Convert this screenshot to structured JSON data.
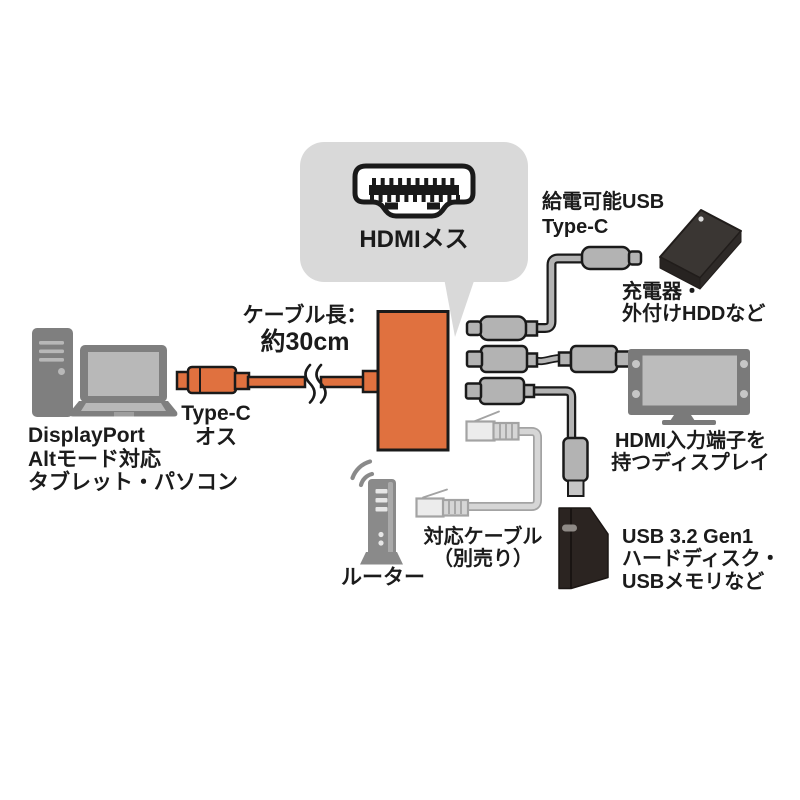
{
  "figure": {
    "type": "product-connection-diagram",
    "background": "#ffffff"
  },
  "colors": {
    "orange": "#e0713f",
    "outline": "#1a1a1a",
    "text": "#1b1b1b",
    "device_gray": "#7f7f7f",
    "device_light": "#b8b8b8",
    "connector_gray": "#b3b3b3",
    "bubble_gray": "#d9d9d9",
    "lan_fill": "#d6d6d6",
    "lan_outline": "#a3a3a3",
    "dark_top": "#3a3633",
    "dark_side": "#272321",
    "dark_side2": "#2e2a28",
    "hdd_dark": "#2b2421",
    "display_frame": "#7a7a7a",
    "display_screen": "#bcbcbc",
    "router_gray": "#8a8a8a"
  },
  "callout": {
    "icon": "hdmi-female-port-icon",
    "label": "HDMIメス"
  },
  "labels": {
    "cable_length_1": "ケーブル長：",
    "cable_length_2": "約30cm",
    "plug_1": "Type-C",
    "plug_2": "オス",
    "source_1": "DisplayPort",
    "source_2": "Altモード対応",
    "source_3": "タブレット・パソコン",
    "pd_port_1": "給電可能USB",
    "pd_port_2": "Type-C",
    "pd_device_1": "充電器・",
    "pd_device_2": "外付けHDDなど",
    "display_1": "HDMI入力端子を",
    "display_2": "持つディスプレイ",
    "usb_device_1": "USB 3.2 Gen1",
    "usb_device_2": "ハードディスク・",
    "usb_device_3": "USBメモリなど",
    "lan_cable_1": "対応ケーブル",
    "lan_cable_2": "（別売り）",
    "router": "ルーター"
  }
}
